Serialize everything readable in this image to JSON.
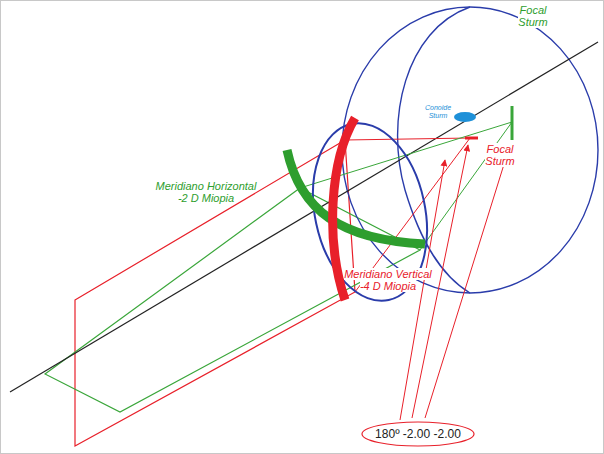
{
  "diagram": {
    "nodes": [
      {
        "text": [
          "180º -2.00 -2.00"
        ]
      }
    ],
    "labels": [
      "Focal Sturm",
      "Conoide Sturm",
      "Meridiano Horizontal -2 D Miopia",
      "Focal Sturm",
      "Meridiano Vertical -4 D Miopia"
    ]
  }
}
